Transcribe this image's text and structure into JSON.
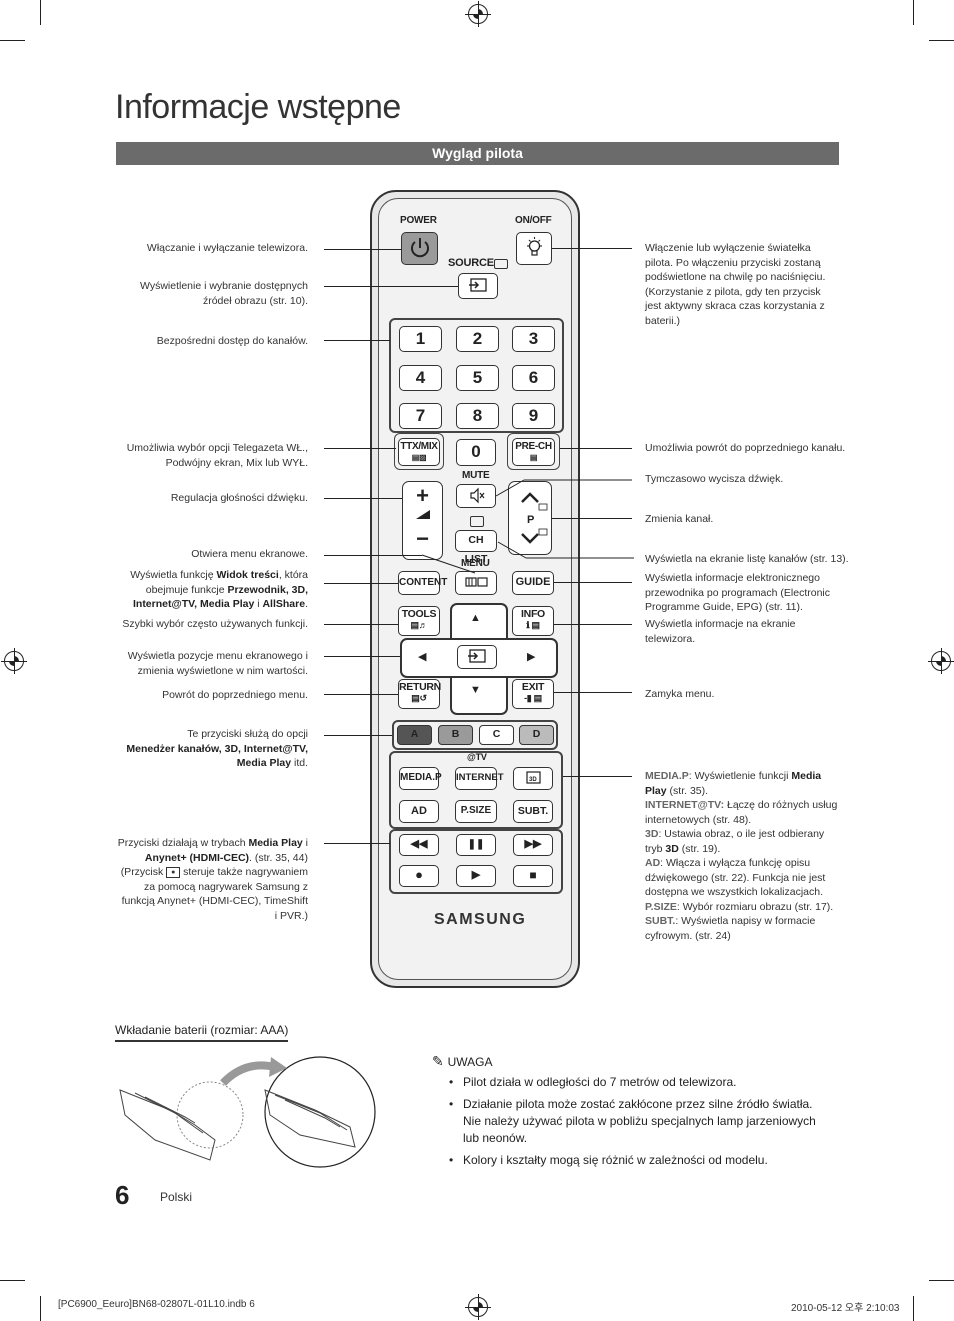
{
  "page": {
    "title": "Informacje wstępne",
    "section": "Wygląd pilota",
    "page_number": "6",
    "language": "Polski"
  },
  "remote": {
    "power": "POWER",
    "onoff": "ON/OFF",
    "source": "SOURCE",
    "digits": [
      "1",
      "2",
      "3",
      "4",
      "5",
      "6",
      "7",
      "8",
      "9"
    ],
    "ttx": "TTX/MIX",
    "zero": "0",
    "prech": "PRE-CH",
    "mute": "MUTE",
    "plus": "+",
    "minus": "−",
    "p": "P",
    "chlist": "CH LIST",
    "menu": "MENU",
    "content": "CONTENT",
    "guide": "GUIDE",
    "tools": "TOOLS",
    "info": "INFO",
    "return": "RETURN",
    "exit": "EXIT",
    "colors": [
      "A",
      "B",
      "C",
      "D"
    ],
    "attv": "@TV",
    "mediap": "MEDIA.P",
    "internet": "INTERNET",
    "ad": "AD",
    "psize": "P.SIZE",
    "subt": "SUBT.",
    "brand": "SAMSUNG"
  },
  "left_labels": {
    "power": "Włączanie i wyłączanie telewizora.",
    "source_1": "Wyświetlenie i wybranie dostępnych",
    "source_2": "źródeł obrazu (str. 10).",
    "digits": "Bezpośredni dostęp do kanałów.",
    "ttx_1": "Umożliwia wybór opcji Telegazeta WŁ.,",
    "ttx_2": "Podwójny ekran, Mix lub WYŁ.",
    "volume": "Regulacja głośności dźwięku.",
    "menu": "Otwiera menu ekranowe.",
    "content_1a": "Wyświetla funkcję ",
    "content_1b": "Widok treści",
    "content_1c": ", która",
    "content_2a": "obejmuje funkcje ",
    "content_2b": "Przewodnik, 3D,",
    "content_3a": "Internet@TV, Media Play",
    "content_3b": " i ",
    "content_3c": "AllShare",
    "content_3d": ".",
    "tools": "Szybki wybór często używanych funkcji.",
    "nav_1": "Wyświetla pozycje menu ekranowego i",
    "nav_2": "zmienia wyświetlone w nim wartości.",
    "return": "Powrót do poprzedniego menu.",
    "colors_1": "Te przyciski służą do opcji",
    "colors_2": "Menedżer kanałów, 3D, Internet@TV,",
    "colors_3a": "Media Play",
    "colors_3b": " itd.",
    "media_1a": "Przyciski działają w trybach ",
    "media_1b": "Media Play",
    "media_1c": " i",
    "media_2a": "Anynet+ (HDMI-CEC)",
    "media_2b": ". (str. 35, 44)",
    "media_3a": "(Przycisk ",
    "media_3b": " steruje także nagrywaniem",
    "media_4": "za pomocą nagrywarek Samsung z",
    "media_5": "funkcją Anynet+ (HDMI-CEC), TimeShift",
    "media_6": "i PVR.)"
  },
  "right_labels": {
    "onoff_1": "Włączenie lub wyłączenie światełka",
    "onoff_2": "pilota. Po włączeniu przyciski zostaną",
    "onoff_3": "podświetlone na chwilę po naciśnięciu.",
    "onoff_4": "(Korzystanie z pilota, gdy ten przycisk",
    "onoff_5": "jest aktywny skraca czas korzystania z",
    "onoff_6": "baterii.)",
    "prech": "Umożliwia powrót do poprzedniego kanału.",
    "mute": "Tymczasowo wycisza dźwięk.",
    "channel": "Zmienia kanał.",
    "chlist": "Wyświetla na ekranie listę kanałów (str. 13).",
    "guide_1": "Wyświetla informacje elektronicznego",
    "guide_2": "przewodnika po programach (Electronic",
    "guide_3": "Programme Guide, EPG) (str. 11).",
    "info_1": "Wyświetla informacje na ekranie",
    "info_2": "telewizora.",
    "exit": "Zamyka menu.",
    "mediap_a": "MEDIA.P",
    "mediap_b": ": Wyświetlenie funkcji ",
    "mediap_c": "Media",
    "mediap_d": "Play",
    "mediap_e": " (str. 35).",
    "internet_a": "INTERNET@TV:",
    "internet_b": " Łączę do różnych usług",
    "internet_c": "internetowych (str. 48).",
    "3d_a": "3D",
    "3d_b": ": Ustawia obraz, o ile jest odbierany",
    "3d_c": "tryb ",
    "3d_d": "3D",
    "3d_e": " (str. 19).",
    "ad_a": "AD",
    "ad_b": ": Włącza i wyłącza funkcję opisu",
    "ad_c": "dźwiękowego (str. 22). Funkcja nie jest",
    "ad_d": "dostępna we wszystkich lokalizacjach.",
    "psize_a": "P.SIZE",
    "psize_b": ": Wybór rozmiaru obrazu (str. 17).",
    "subt_a": "SUBT.",
    "subt_b": ": Wyświetla napisy w formacie",
    "subt_c": "cyfrowym. (str. 24)"
  },
  "battery": {
    "heading": "Wkładanie baterii (rozmiar: AAA)"
  },
  "note": {
    "heading": "UWAGA",
    "b1": "Pilot działa w odległości do 7 metrów od telewizora.",
    "b2_1": "Działanie pilota może zostać zakłócone przez silne źródło światła.",
    "b2_2": "Nie należy używać pilota w pobliżu specjalnych lamp jarzeniowych",
    "b2_3": "lub neonów.",
    "b3": "Kolory i kształty mogą się różnić w zależności od modelu."
  },
  "footer": {
    "left": "[PC6900_Eeuro]BN68-02807L-01L10.indb   6",
    "right": "2010-05-12   오후 2:10:03"
  },
  "colors": {
    "bar": "#6b6b6b",
    "color_a": "#555555",
    "color_b": "#9a9a9a"
  }
}
